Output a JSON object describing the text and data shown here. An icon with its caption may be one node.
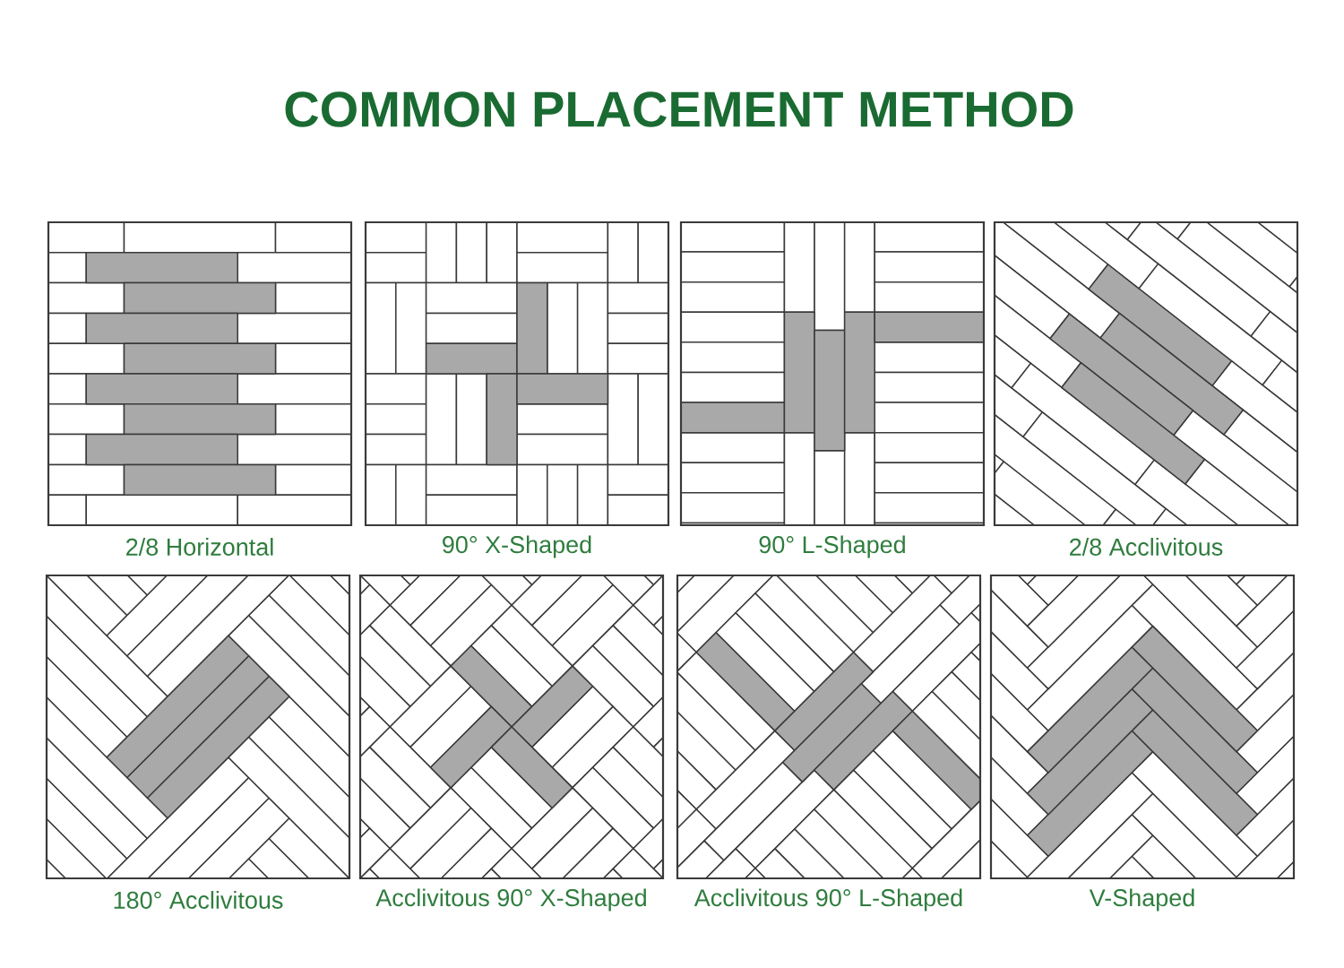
{
  "diagram": {
    "title": "COMMON PLACEMENT METHOD",
    "labels": [
      "2/8 Horizontal",
      "90° X-Shaped",
      "90° L-Shaped",
      "2/8 Acclivitous",
      "180° Acclivitous",
      "Acclivitous 90° X-Shaped",
      "Acclivitous 90° L-Shaped",
      "V-Shaped"
    ]
  }
}
